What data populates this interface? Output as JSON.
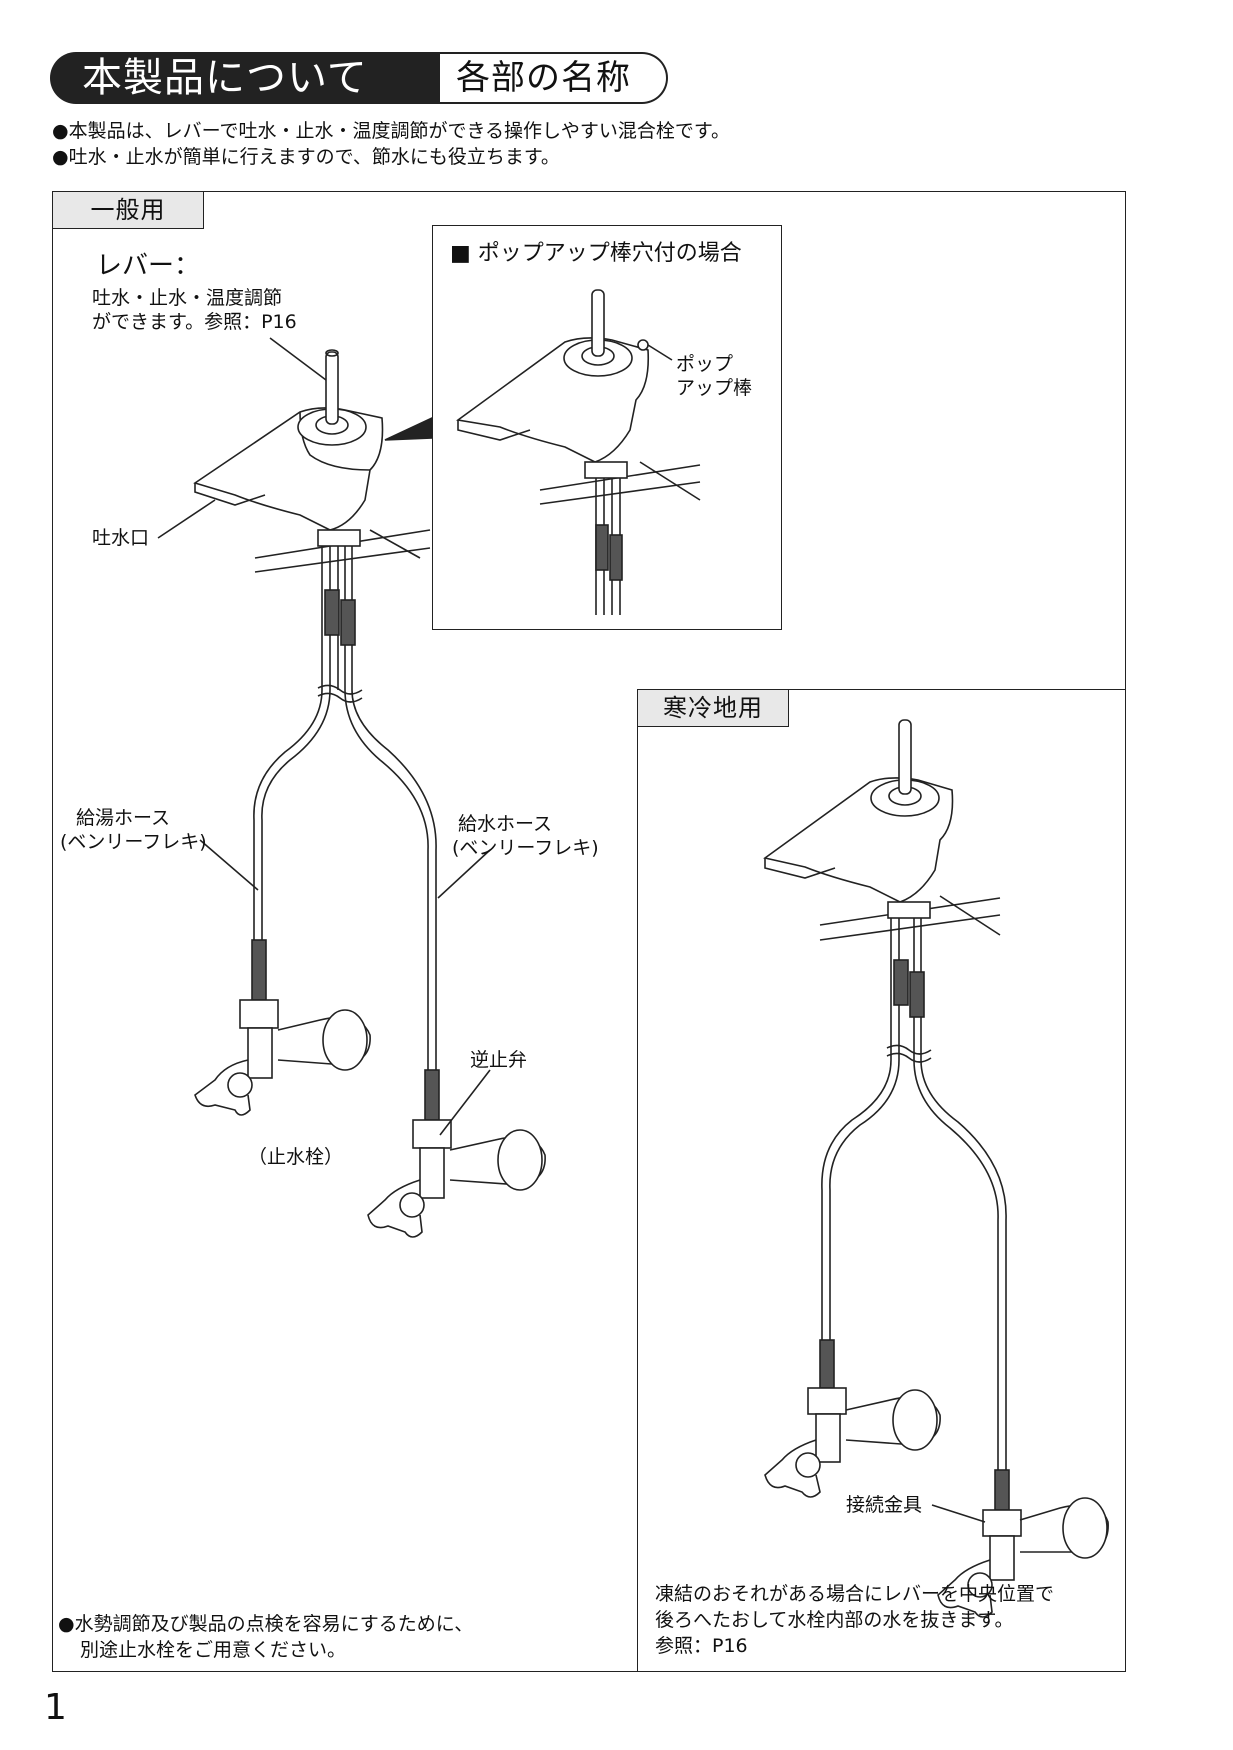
{
  "header": {
    "title": "本製品について",
    "subtitle": "各部の名称"
  },
  "intro": [
    "●本製品は、レバーで吐水・止水・温度調節ができる操作しやすい混合栓です。",
    "●吐水・止水が簡単に行えますので、節水にも役立ちます。"
  ],
  "general": {
    "tab": "一般用",
    "lever_title": "レバー：",
    "lever_desc_1": "吐水・止水・温度調節",
    "lever_desc_2": "ができます。参照：P16",
    "spout": "吐水口",
    "hot_hose_1": "給湯ホース",
    "hot_hose_2": "(ベンリーフレキ)",
    "cold_hose_1": "給水ホース",
    "cold_hose_2": "(ベンリーフレキ)",
    "check_valve": "逆止弁",
    "stop_valve": "（止水栓）",
    "note_1": "●水勢調節及び製品の点検を容易にするために、",
    "note_2": "別途止水栓をご用意ください。"
  },
  "popup": {
    "title": "■ ポップアップ棒穴付の場合",
    "rod_1": "ポップ",
    "rod_2": "アップ棒"
  },
  "cold_region": {
    "tab": "寒冷地用",
    "fitting": "接続金具",
    "note_1": "凍結のおそれがある場合にレバーを中央位置で",
    "note_2": "後ろへたおして水栓内部の水を抜きます。",
    "note_3": "参照：P16"
  },
  "page_number": "1"
}
